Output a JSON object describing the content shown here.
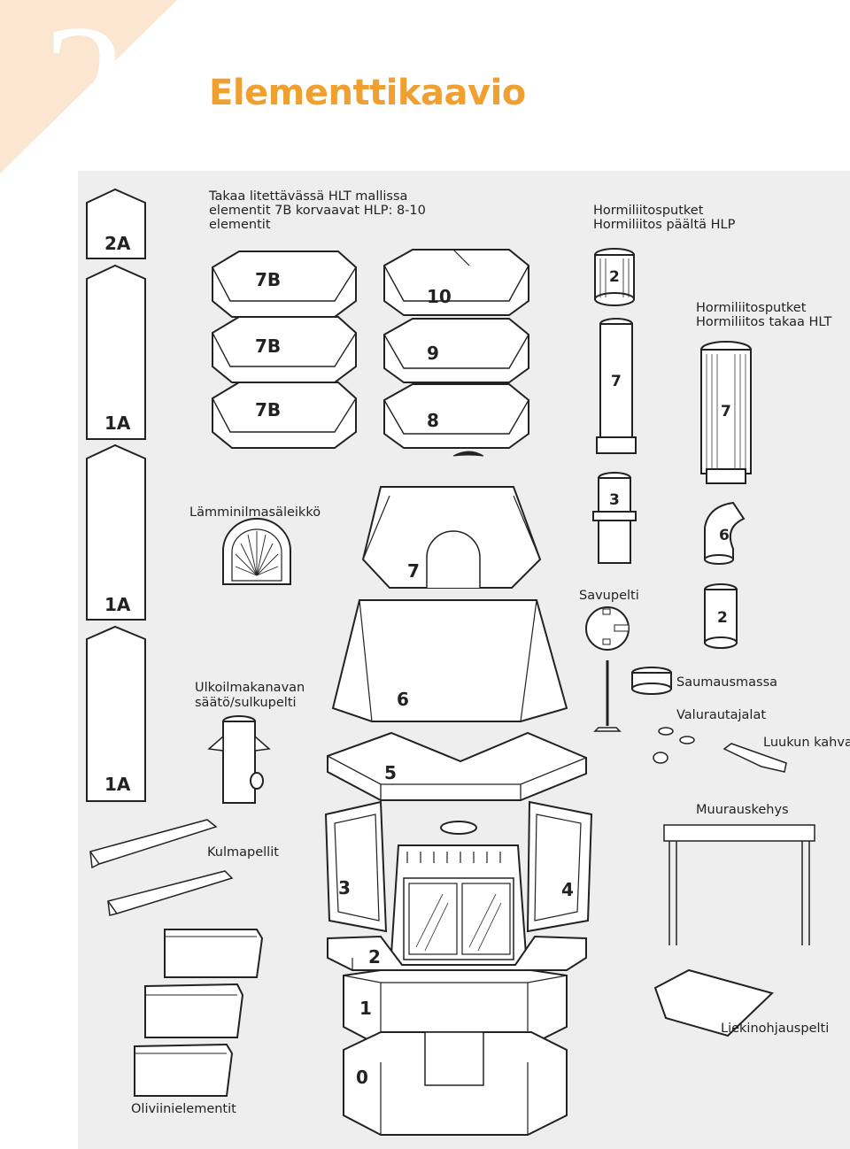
{
  "chapter_number": "2",
  "title": "Elementtikaavio",
  "labels": {
    "takaa_1": "Takaa litettävässä HLT mallissa",
    "takaa_2": "elementit 7B korvaavat HLP: 8-10",
    "takaa_3": "elementit",
    "hlp_1": "Hormiliitosputket",
    "hlp_2": "Hormiliitos päältä HLP",
    "hlt_1": "Hormiliitosputket",
    "hlt_2": "Hormiliitos takaa HLT",
    "lamminilma": "Lämminilmasäleikkö",
    "savupelti": "Savupelti",
    "ulkoilma_1": "Ulkoilmakanavan",
    "ulkoilma_2": "säätö/sulkupelti",
    "saumausmassa": "Saumausmassa",
    "valurautajalat": "Valurautajalat",
    "luukun_kahva": "Luukun kahva",
    "muurauskehys": "Muurauskehys",
    "kulmapellit": "Kulmapellit",
    "liekinohjauspelti": "Liekinohjauspelti",
    "oliviinielementit": "Oliviinielementit"
  },
  "elements": {
    "e2A": "2A",
    "e1A_top": "1A",
    "e1A_mid": "1A",
    "e1A_bot": "1A",
    "e7B_a": "7B",
    "e7B_b": "7B",
    "e7B_c": "7B",
    "e10": "10",
    "e9": "9",
    "e8": "8",
    "e7": "7",
    "e6": "6",
    "e5": "5",
    "e3": "3",
    "e4": "4",
    "e2": "2",
    "e1": "1",
    "e0": "0",
    "pipe_2": "2",
    "pipe_7": "7",
    "pipe_7_hlt": "7",
    "pipe_3": "3",
    "pipe_6": "6",
    "pipe_2b": "2"
  }
}
